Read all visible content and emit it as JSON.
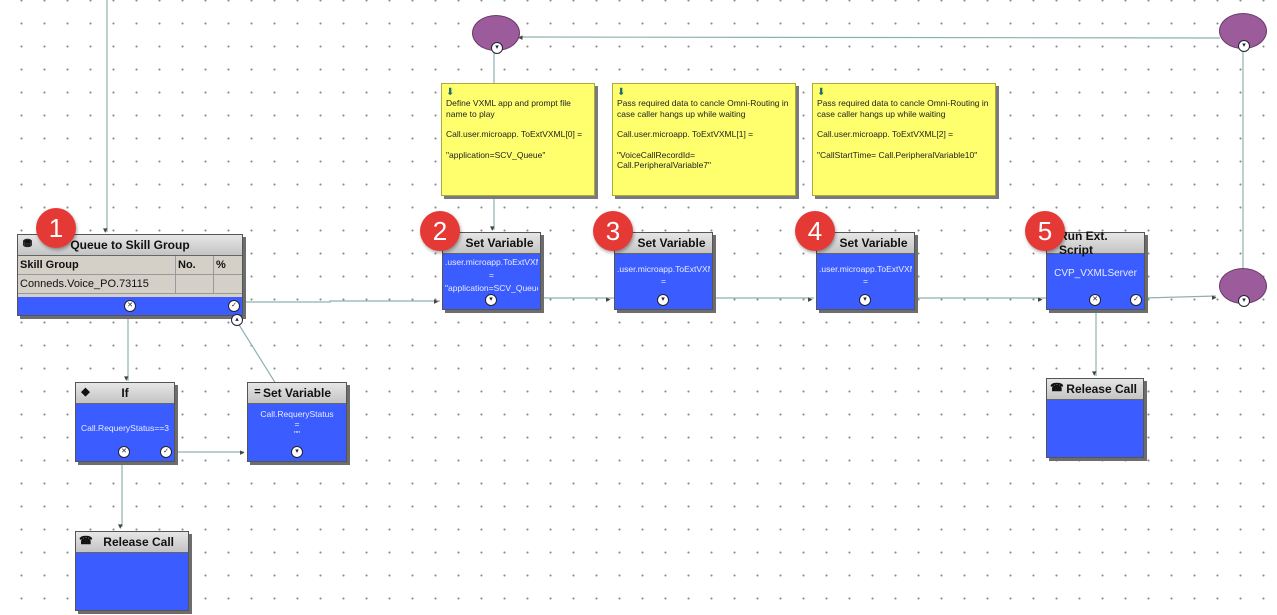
{
  "queue_node": {
    "title": "Queue to Skill Group",
    "columns": [
      "Skill Group",
      "No.",
      "%"
    ],
    "rows": [
      [
        "Conneds.Voice_PO.73115",
        "",
        ""
      ]
    ]
  },
  "if_node": {
    "title": "If",
    "condition": "Call.RequeryStatus==3"
  },
  "setvar_requery": {
    "title": "Set Variable",
    "lines": [
      "Call.RequeryStatus",
      "=",
      "\"\""
    ]
  },
  "release_call_left": {
    "title": "Release Call"
  },
  "setvar_2": {
    "title": "Set Variable",
    "lines": [
      ".user.microapp.ToExtVXM",
      "=",
      "\"application=SCV_Queue\""
    ]
  },
  "setvar_3": {
    "title": "Set Variable",
    "lines": [
      ".user.microapp.ToExtVXM",
      "="
    ]
  },
  "setvar_4": {
    "title": "Set Variable",
    "lines": [
      ".user.microapp.ToExtVXM",
      "="
    ]
  },
  "run_ext_script": {
    "title": "Run Ext. Script",
    "script": "CVP_VXMLServer"
  },
  "release_call_right": {
    "title": "Release Call"
  },
  "notes": [
    {
      "line1": "Define VXML app and prompt file name to play",
      "line2": "Call.user.microapp. ToExtVXML[0] =",
      "line3": "\"application=SCV_Queue\""
    },
    {
      "line1": "Pass required data to cancle Omni-Routing in case caller hangs up while waiting",
      "line2": "Call.user.microapp. ToExtVXML[1] =",
      "line3": "\"VoiceCallRecordId= Call.PeripheralVariable7\""
    },
    {
      "line1": "Pass required data to cancle Omni-Routing in case caller hangs up while waiting",
      "line2": "Call.user.microapp. ToExtVXML[2] =",
      "line3": "\"CallStartTime= Call.PeripheralVariable10\""
    }
  ],
  "badges": [
    "1",
    "2",
    "3",
    "4",
    "5"
  ],
  "colors": {
    "node_blue": "#3b5cff",
    "note_yellow": "#ffff6e",
    "badge_red": "#e53935",
    "connector_purple": "#9c5c9c"
  }
}
